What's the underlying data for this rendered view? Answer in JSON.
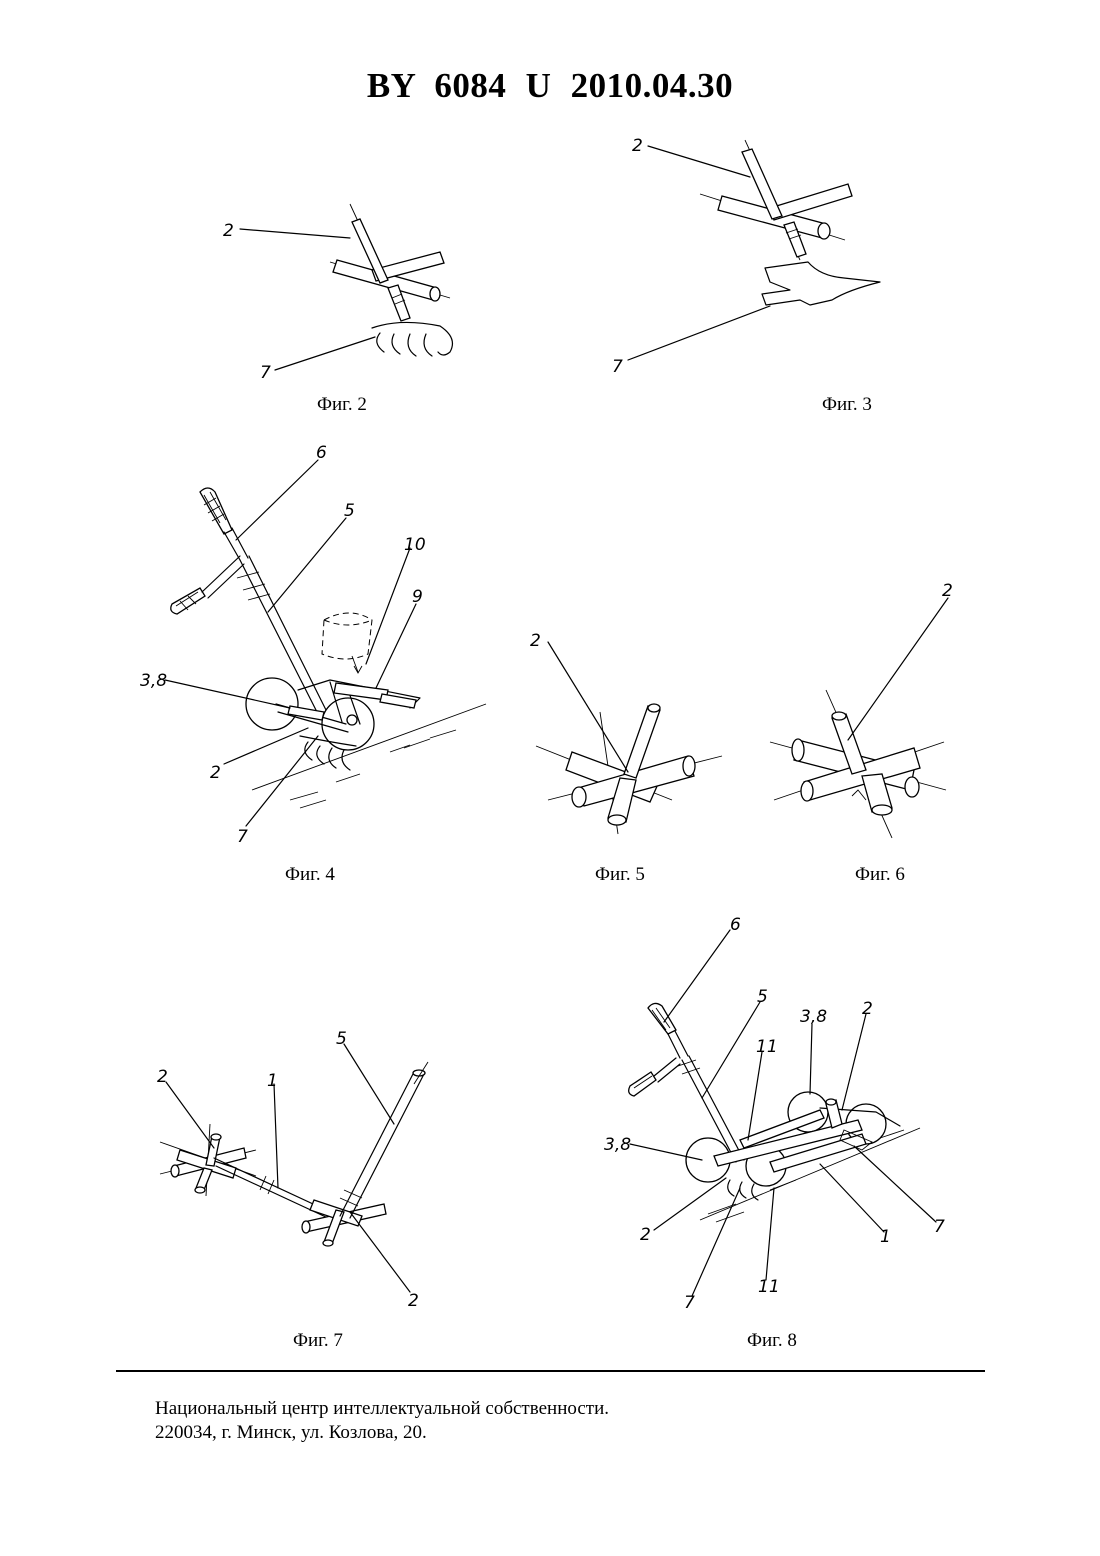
{
  "header": {
    "title": "BY 6084 U 2010.04.30"
  },
  "figures": [
    {
      "caption": "Фиг. 2",
      "labels": [
        "2",
        "7"
      ]
    },
    {
      "caption": "Фиг. 3",
      "labels": [
        "2",
        "7"
      ]
    },
    {
      "caption": "Фиг. 4",
      "labels": [
        "6",
        "5",
        "10",
        "9",
        "3,8",
        "2",
        "7"
      ]
    },
    {
      "caption": "Фиг. 5",
      "labels": [
        "2"
      ]
    },
    {
      "caption": "Фиг. 6",
      "labels": [
        "2"
      ]
    },
    {
      "caption": "Фиг. 7",
      "labels": [
        "2",
        "1",
        "5",
        "2"
      ]
    },
    {
      "caption": "Фиг. 8",
      "labels": [
        "6",
        "5",
        "11",
        "3,8",
        "2",
        "3,8",
        "2",
        "7",
        "1",
        "11",
        "7"
      ]
    }
  ],
  "footer": {
    "line1": "Национальный центр интеллектуальной собственности.",
    "line2": "220034, г. Минск, ул. Козлова, 20."
  }
}
